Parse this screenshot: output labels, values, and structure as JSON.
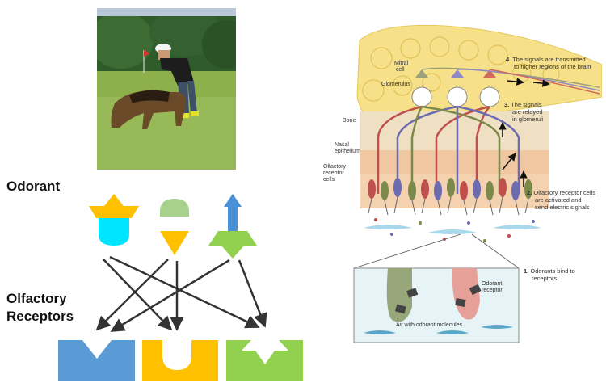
{
  "left": {
    "odorant_label": "Odorant",
    "receptor_label_line1": "Olfactory",
    "receptor_label_line2": "Receptors"
  },
  "right": {
    "labels": {
      "mitral_cell_1": "Mitral",
      "mitral_cell_2": "cell",
      "glomerulus": "Glomerulus",
      "bone": "Bone",
      "nasal_epithelium_1": "Nasal",
      "nasal_epithelium_2": "epithelium",
      "olfactory_receptor_cells_1": "Olfactory",
      "olfactory_receptor_cells_2": "receptor",
      "olfactory_receptor_cells_3": "cells",
      "odorant_receptor_1": "Odorant",
      "odorant_receptor_2": "receptor",
      "air_with_odorant": "Air with odorant molecules"
    },
    "steps": [
      {
        "num": "4.",
        "line1": "The signals are transmitted",
        "line2": "to higher regions of the brain",
        "line3": ""
      },
      {
        "num": "3.",
        "line1": "The signals",
        "line2": "are relayed",
        "line3": "in glomeruli"
      },
      {
        "num": "2.",
        "line1": "Olfactory receptor cells",
        "line2": "are activated and",
        "line3": "send electric signals"
      },
      {
        "num": "1.",
        "line1": "Odorants bind to",
        "line2": "receptors",
        "line3": ""
      }
    ]
  },
  "colors": {
    "blue": "#5b9bd5",
    "gold": "#ffc000",
    "green": "#92d050",
    "cyan": "#00e5ff",
    "light_green": "#a9d18e",
    "bulb": "#f7e08a"
  }
}
